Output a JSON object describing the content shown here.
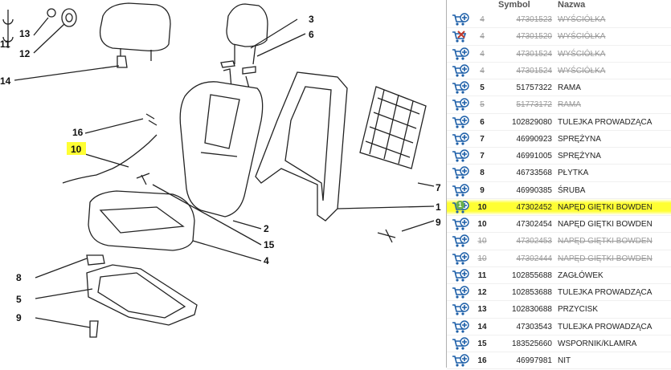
{
  "diagram": {
    "labels": [
      "13",
      "12",
      "11",
      "14",
      "3",
      "6",
      "16",
      "10",
      "2",
      "15",
      "4",
      "7",
      "1",
      "9",
      "8",
      "5",
      "9"
    ],
    "highlighted_label": "10"
  },
  "parts_table": {
    "headers": {
      "symbol": "Symbol",
      "nazwa": "Nazwa"
    },
    "rows": [
      {
        "idx": "4",
        "symbol": "47301523",
        "name": "WYŚCIÓŁKA",
        "deleted": true,
        "highlight": false,
        "cart": "add-to-cart-icon"
      },
      {
        "idx": "4",
        "symbol": "47301520",
        "name": "WYŚCIÓŁKA",
        "deleted": true,
        "highlight": false,
        "cart": "remove-from-cart-icon"
      },
      {
        "idx": "4",
        "symbol": "47301524",
        "name": "WYŚCIÓŁKA",
        "deleted": true,
        "highlight": false,
        "cart": "add-to-cart-icon"
      },
      {
        "idx": "4",
        "symbol": "47301524",
        "name": "WYŚCIÓŁKA",
        "deleted": true,
        "highlight": false,
        "cart": "add-to-cart-icon"
      },
      {
        "idx": "5",
        "symbol": "51757322",
        "name": "RAMA",
        "deleted": false,
        "highlight": false,
        "cart": "add-to-cart-icon"
      },
      {
        "idx": "5",
        "symbol": "51773172",
        "name": "RAMA",
        "deleted": true,
        "highlight": false,
        "cart": "add-to-cart-icon"
      },
      {
        "idx": "6",
        "symbol": "102829080",
        "name": "TULEJKA PROWADZĄCA",
        "deleted": false,
        "highlight": false,
        "cart": "add-to-cart-icon"
      },
      {
        "idx": "7",
        "symbol": "46990923",
        "name": "SPRĘŻYNA",
        "deleted": false,
        "highlight": false,
        "cart": "add-to-cart-icon"
      },
      {
        "idx": "7",
        "symbol": "46991005",
        "name": "SPRĘŻYNA",
        "deleted": false,
        "highlight": false,
        "cart": "add-to-cart-icon"
      },
      {
        "idx": "8",
        "symbol": "46733568",
        "name": "PŁYTKA",
        "deleted": false,
        "highlight": false,
        "cart": "add-to-cart-icon"
      },
      {
        "idx": "9",
        "symbol": "46990385",
        "name": "ŚRUBA",
        "deleted": false,
        "highlight": false,
        "cart": "add-to-cart-icon"
      },
      {
        "idx": "10",
        "symbol": "47302452",
        "name": "NAPĘD GIĘTKI BOWDEN",
        "deleted": false,
        "highlight": true,
        "cart": "add-to-cart-icon",
        "badge": "1"
      },
      {
        "idx": "10",
        "symbol": "47302454",
        "name": "NAPĘD GIĘTKI BOWDEN",
        "deleted": false,
        "highlight": false,
        "cart": "add-to-cart-icon"
      },
      {
        "idx": "10",
        "symbol": "47302453",
        "name": "NAPĘD GIĘTKI BOWDEN",
        "deleted": true,
        "highlight": false,
        "cart": "add-to-cart-icon"
      },
      {
        "idx": "10",
        "symbol": "47302444",
        "name": "NAPĘD GIĘTKI BOWDEN",
        "deleted": true,
        "highlight": false,
        "cart": "add-to-cart-icon"
      },
      {
        "idx": "11",
        "symbol": "102855688",
        "name": "ZAGŁÓWEK",
        "deleted": false,
        "highlight": false,
        "cart": "add-to-cart-icon"
      },
      {
        "idx": "12",
        "symbol": "102853688",
        "name": "TULEJKA PROWADZĄCA",
        "deleted": false,
        "highlight": false,
        "cart": "add-to-cart-icon"
      },
      {
        "idx": "13",
        "symbol": "102830688",
        "name": "PRZYCISK",
        "deleted": false,
        "highlight": false,
        "cart": "add-to-cart-icon"
      },
      {
        "idx": "14",
        "symbol": "47303543",
        "name": "TULEJKA PROWADZĄCA",
        "deleted": false,
        "highlight": false,
        "cart": "add-to-cart-icon"
      },
      {
        "idx": "15",
        "symbol": "183525660",
        "name": "WSPORNIK/KLAMRA",
        "deleted": false,
        "highlight": false,
        "cart": "add-to-cart-icon"
      },
      {
        "idx": "16",
        "symbol": "46997981",
        "name": "NIT",
        "deleted": false,
        "highlight": false,
        "cart": "add-to-cart-icon"
      }
    ]
  },
  "colors": {
    "highlight": "#ffff33",
    "cart": "#1d5fa8",
    "remove": "#c0392b",
    "badge": "#6ab04c",
    "deleted_text": "#9a9a9a"
  }
}
